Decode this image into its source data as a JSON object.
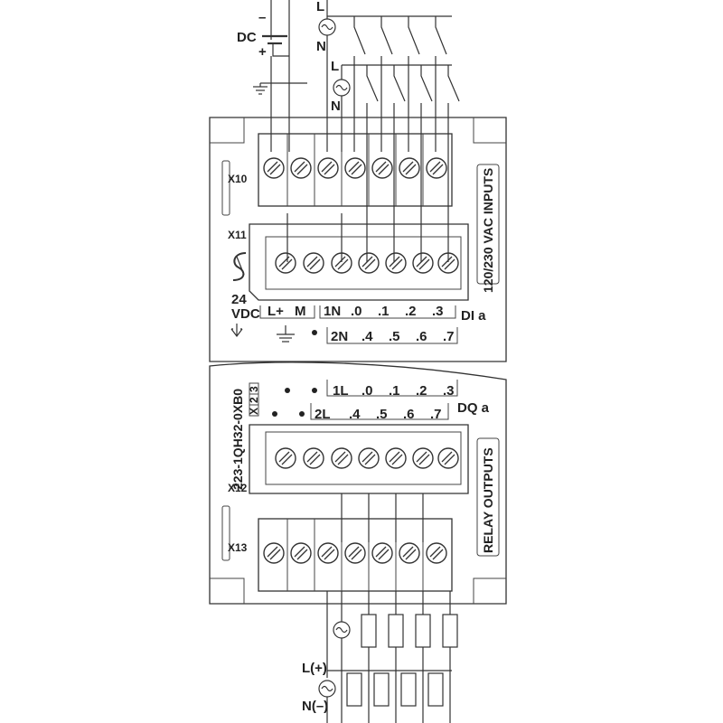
{
  "labels": {
    "dc": "DC",
    "minus": "–",
    "plus": "+",
    "l": "L",
    "n": "N",
    "x10": "X10",
    "x11": "X11",
    "x12": "X12",
    "x13": "X13",
    "v24": "24",
    "vdc": "VDC",
    "lplus": "L+",
    "m": "M",
    "inputs_title": "120/230 VAC INPUTS",
    "outputs_title": "RELAY OUTPUTS",
    "dia": "DI a",
    "dqa": "DQ a",
    "part_no": "223-1QH32-0XB0",
    "x": "X",
    "two": "2",
    "three": "3",
    "l_pos": "L(+)",
    "n_neg": "N(–)"
  },
  "input_row1": [
    "1N",
    ".0",
    ".1",
    ".2",
    ".3"
  ],
  "input_row2": [
    "2N",
    ".4",
    ".5",
    ".6",
    ".7"
  ],
  "output_row1": [
    "1L",
    ".0",
    ".1",
    ".2",
    ".3"
  ],
  "output_row2": [
    "2L",
    ".4",
    ".5",
    ".6",
    ".7"
  ]
}
